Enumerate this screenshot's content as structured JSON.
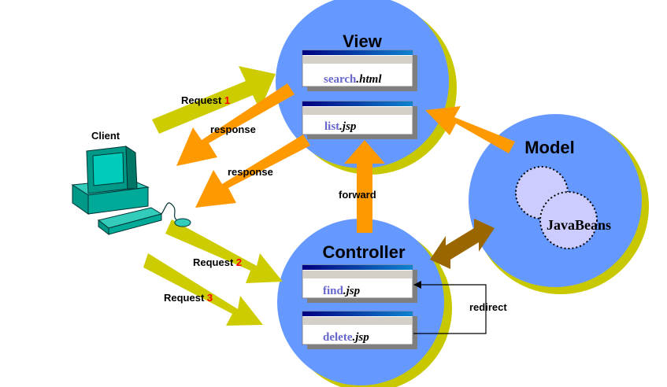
{
  "nodes": {
    "view": {
      "title": "View"
    },
    "controller": {
      "title": "Controller"
    },
    "model": {
      "title": "Model",
      "bean_label": "JavaBeans"
    },
    "client": {
      "label": "Client"
    }
  },
  "pages": {
    "search": {
      "name": "search",
      "ext": ".html"
    },
    "list": {
      "name": "list",
      "ext": ".jsp"
    },
    "find": {
      "name": "find",
      "ext": ".jsp"
    },
    "delete": {
      "name": "delete",
      "ext": ".jsp"
    }
  },
  "edges": {
    "request1": {
      "text": "Request ",
      "num": "1"
    },
    "request2": {
      "text": "Request ",
      "num": "2"
    },
    "request3": {
      "text": "Request ",
      "num": "3"
    },
    "response1": "response",
    "response2": "response",
    "forward": "forward",
    "redirect": "redirect"
  },
  "colors": {
    "circle": "#6699ff",
    "circle_shadow": "#c8c800",
    "arrow_orange": "#ff9900",
    "arrow_olive": "#cccc00",
    "arrow_brown": "#996600",
    "bean_fill": "#ccccff",
    "page_link": "#6666cc",
    "request_num": "#ff0000",
    "computer": "#00aa99"
  }
}
